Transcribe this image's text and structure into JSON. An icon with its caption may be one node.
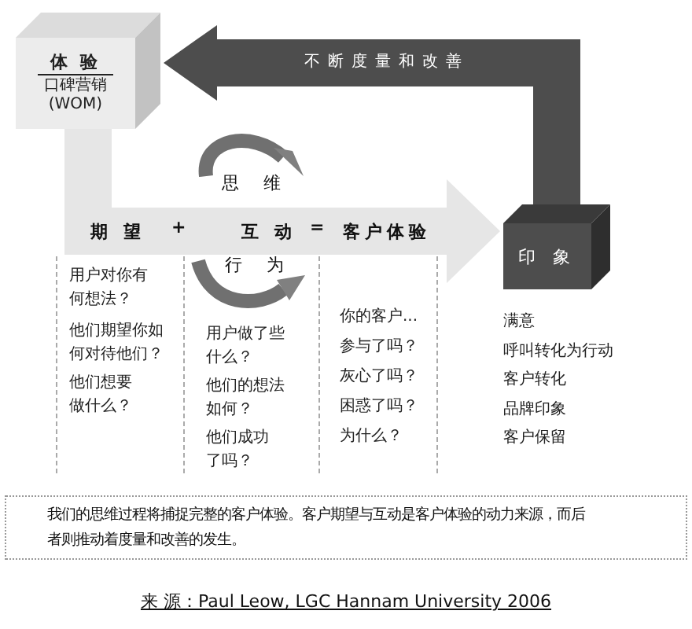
{
  "diagram": {
    "nodes": [
      {
        "text": [
          "体 验",
          "口碑营销 (WOM)"
        ]
      },
      {
        "text": [
          "印 象"
        ],
        "beside": [
          "满意",
          "呼叫转化为行动",
          "客户转化",
          "品牌印象",
          "客户保留"
        ]
      },
      {
        "text": [
          "我们的思维过程将捕捉完整的客户体验。客户期望与互动是客户体验的动力来源，而后者则推动着度量和改善的发生。"
        ]
      }
    ],
    "edges": [
      {
        "from": 0,
        "to": 1,
        "arrow": "to",
        "color": "#e6e6e6"
      },
      {
        "from": 1,
        "to": 0,
        "arrow": "to",
        "color": "#4d4d4d",
        "label": "不断度量和改善"
      }
    ],
    "labels": [
      "思 维",
      "期 望",
      "+",
      "互 动",
      "=",
      "客户体验",
      "行 为",
      "用户对你有何想法？",
      "他们期望你如何对待他们？",
      "他们想要做什么？",
      "用户做了些什么？",
      "他们的想法如何？",
      "他们成功了吗？",
      "你的客户...",
      "参与了吗？",
      "灰心了吗？",
      "困惑了吗？",
      "为什么？"
    ],
    "caption": "来 源：Paul Leow, LGC Hannam University 2006"
  }
}
